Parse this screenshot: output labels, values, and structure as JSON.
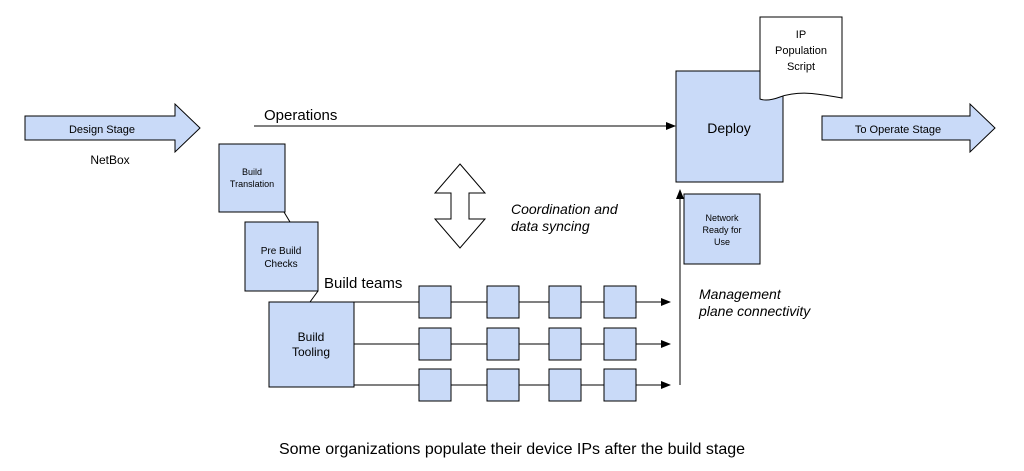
{
  "colors": {
    "box_fill": "#c9daf8",
    "stroke": "#000000",
    "background": "#ffffff"
  },
  "left_arrow": {
    "label": "Design Stage"
  },
  "right_arrow": {
    "label": "To Operate Stage"
  },
  "netbox_label": "NetBox",
  "operations_label": "Operations",
  "build_teams_label": "Build teams",
  "boxes": {
    "build_translation": [
      "Build",
      "Translation"
    ],
    "pre_build_checks": [
      "Pre Build",
      "Checks"
    ],
    "build_tooling": [
      "Build",
      "Tooling"
    ],
    "deploy": "Deploy",
    "network_ready": [
      "Network",
      "Ready for",
      "Use"
    ]
  },
  "script_doc": [
    "IP",
    "Population",
    "Script"
  ],
  "coordination_label": [
    "Coordination and",
    "data syncing"
  ],
  "management_label": [
    "Management",
    "plane connectivity"
  ],
  "pipeline": {
    "rows": 3,
    "stages_per_row": 4
  },
  "caption": "Some organizations populate their device IPs after the build stage"
}
